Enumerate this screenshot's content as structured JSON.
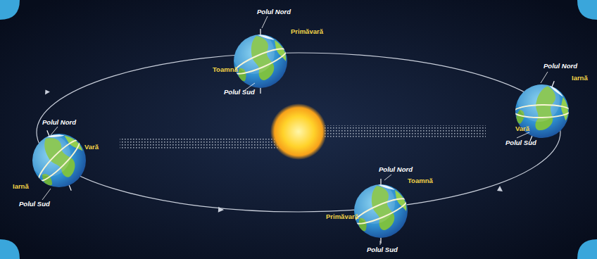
{
  "diagram": {
    "labels": [
      "Polul Nord",
      "Primăvară",
      "Toamnă",
      "Polul Sud",
      "Polul Nord",
      "Vară",
      "Iarnă",
      "Polul Sud",
      "Polul Nord",
      "Iarnă",
      "Vară",
      "Polul Sud",
      "Polul Nord",
      "Toamnă",
      "Primăvară",
      "Polul Sud"
    ]
  }
}
